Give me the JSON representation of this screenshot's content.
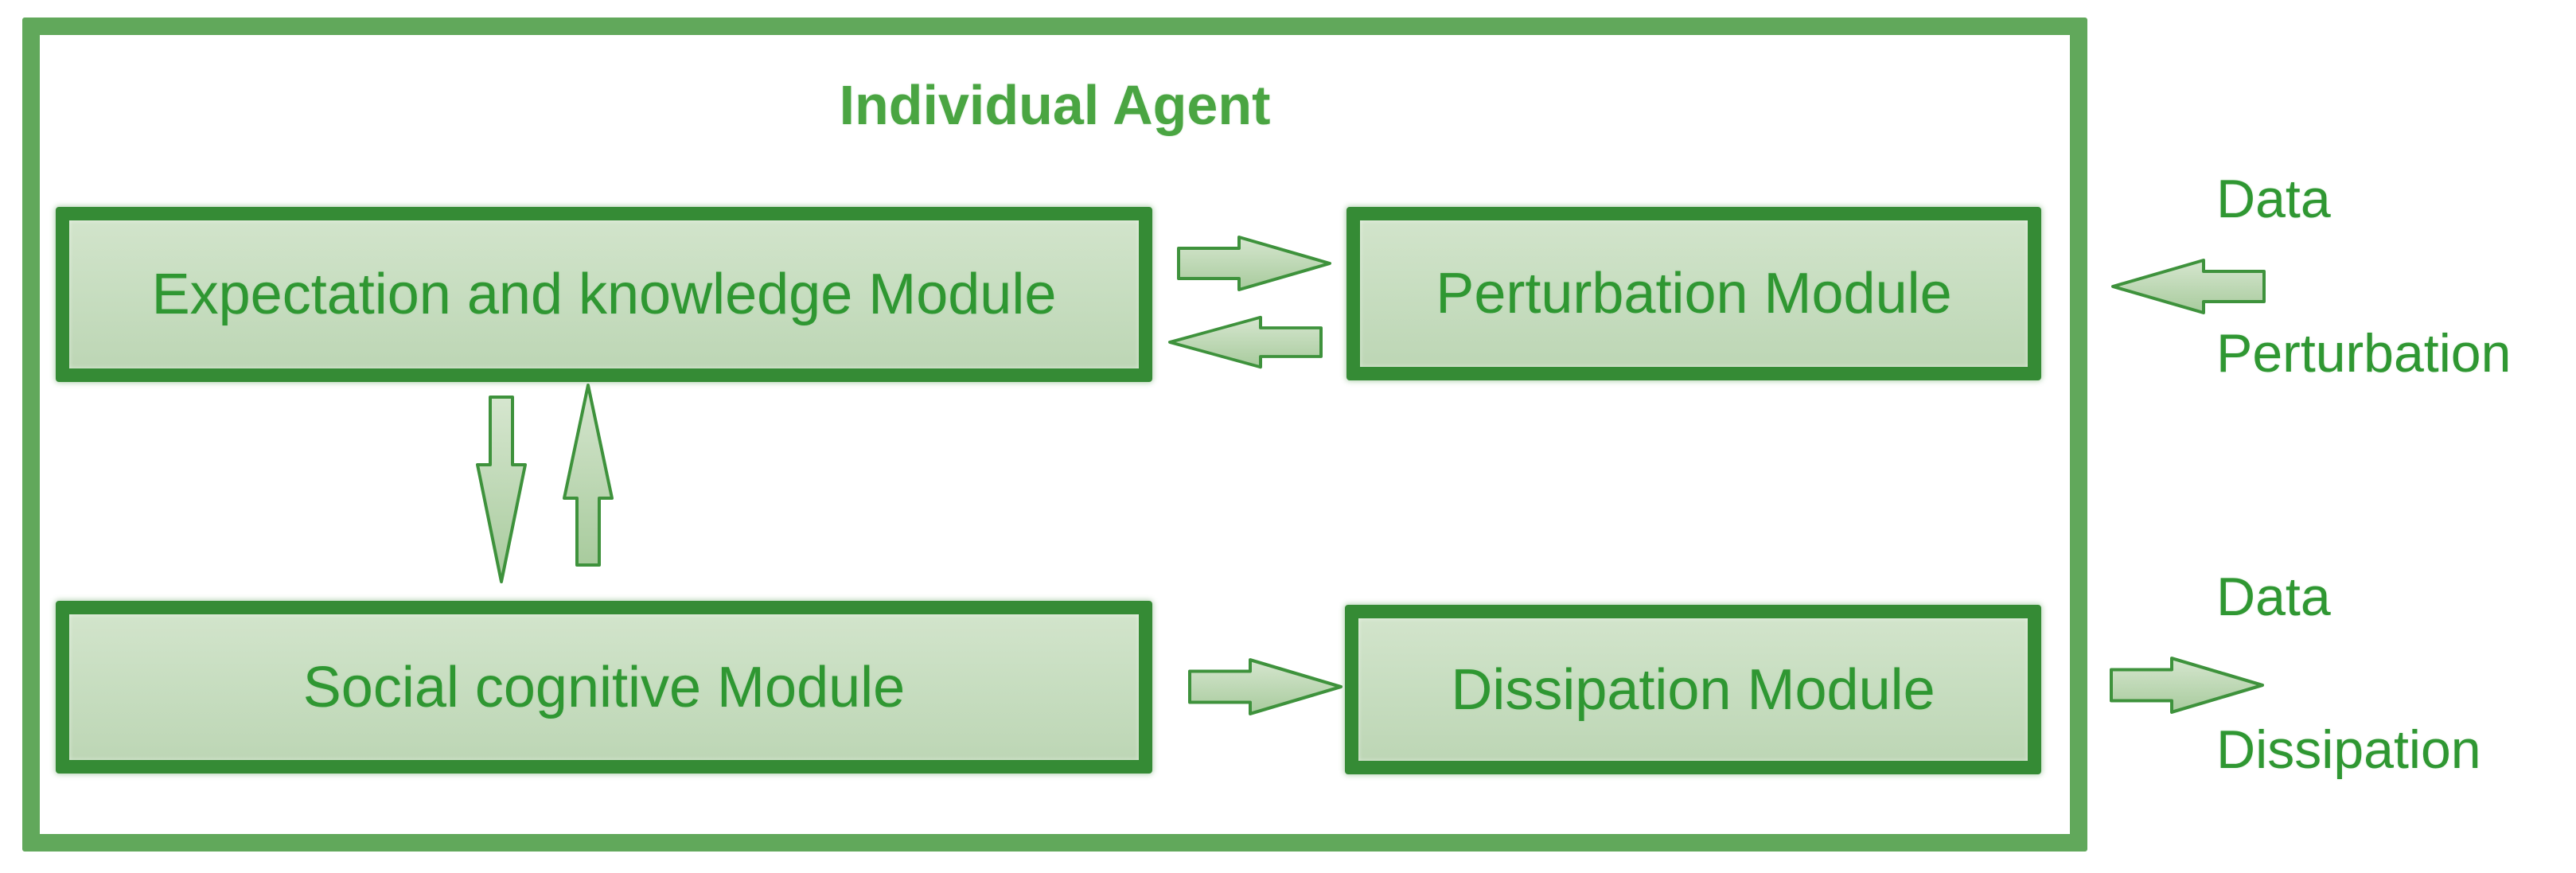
{
  "diagram": {
    "title": "Individual Agent",
    "modules": {
      "expectation": "Expectation and knowledge Module",
      "perturbation": "Perturbation Module",
      "social": "Social cognitive Module",
      "dissipation": "Dissipation Module"
    },
    "io_labels": {
      "input_line1": "Data",
      "input_line2": "Perturbation",
      "output_line1": "Data",
      "output_line2": "Dissipation"
    },
    "arrows": {
      "expectation_to_perturbation": "right",
      "perturbation_to_expectation": "left",
      "expectation_to_social": "down",
      "social_to_expectation": "up",
      "social_to_dissipation": "right",
      "data_perturbation_in": "left",
      "data_dissipation_out": "right"
    },
    "colors": {
      "frame_border": "#61A85B",
      "box_border": "#358B35",
      "box_fill": "#C8DEC1",
      "arrow_fill": "#B7D2AC",
      "arrow_stroke": "#3E923C",
      "text": "#2F9732",
      "title": "#4AA542"
    }
  }
}
